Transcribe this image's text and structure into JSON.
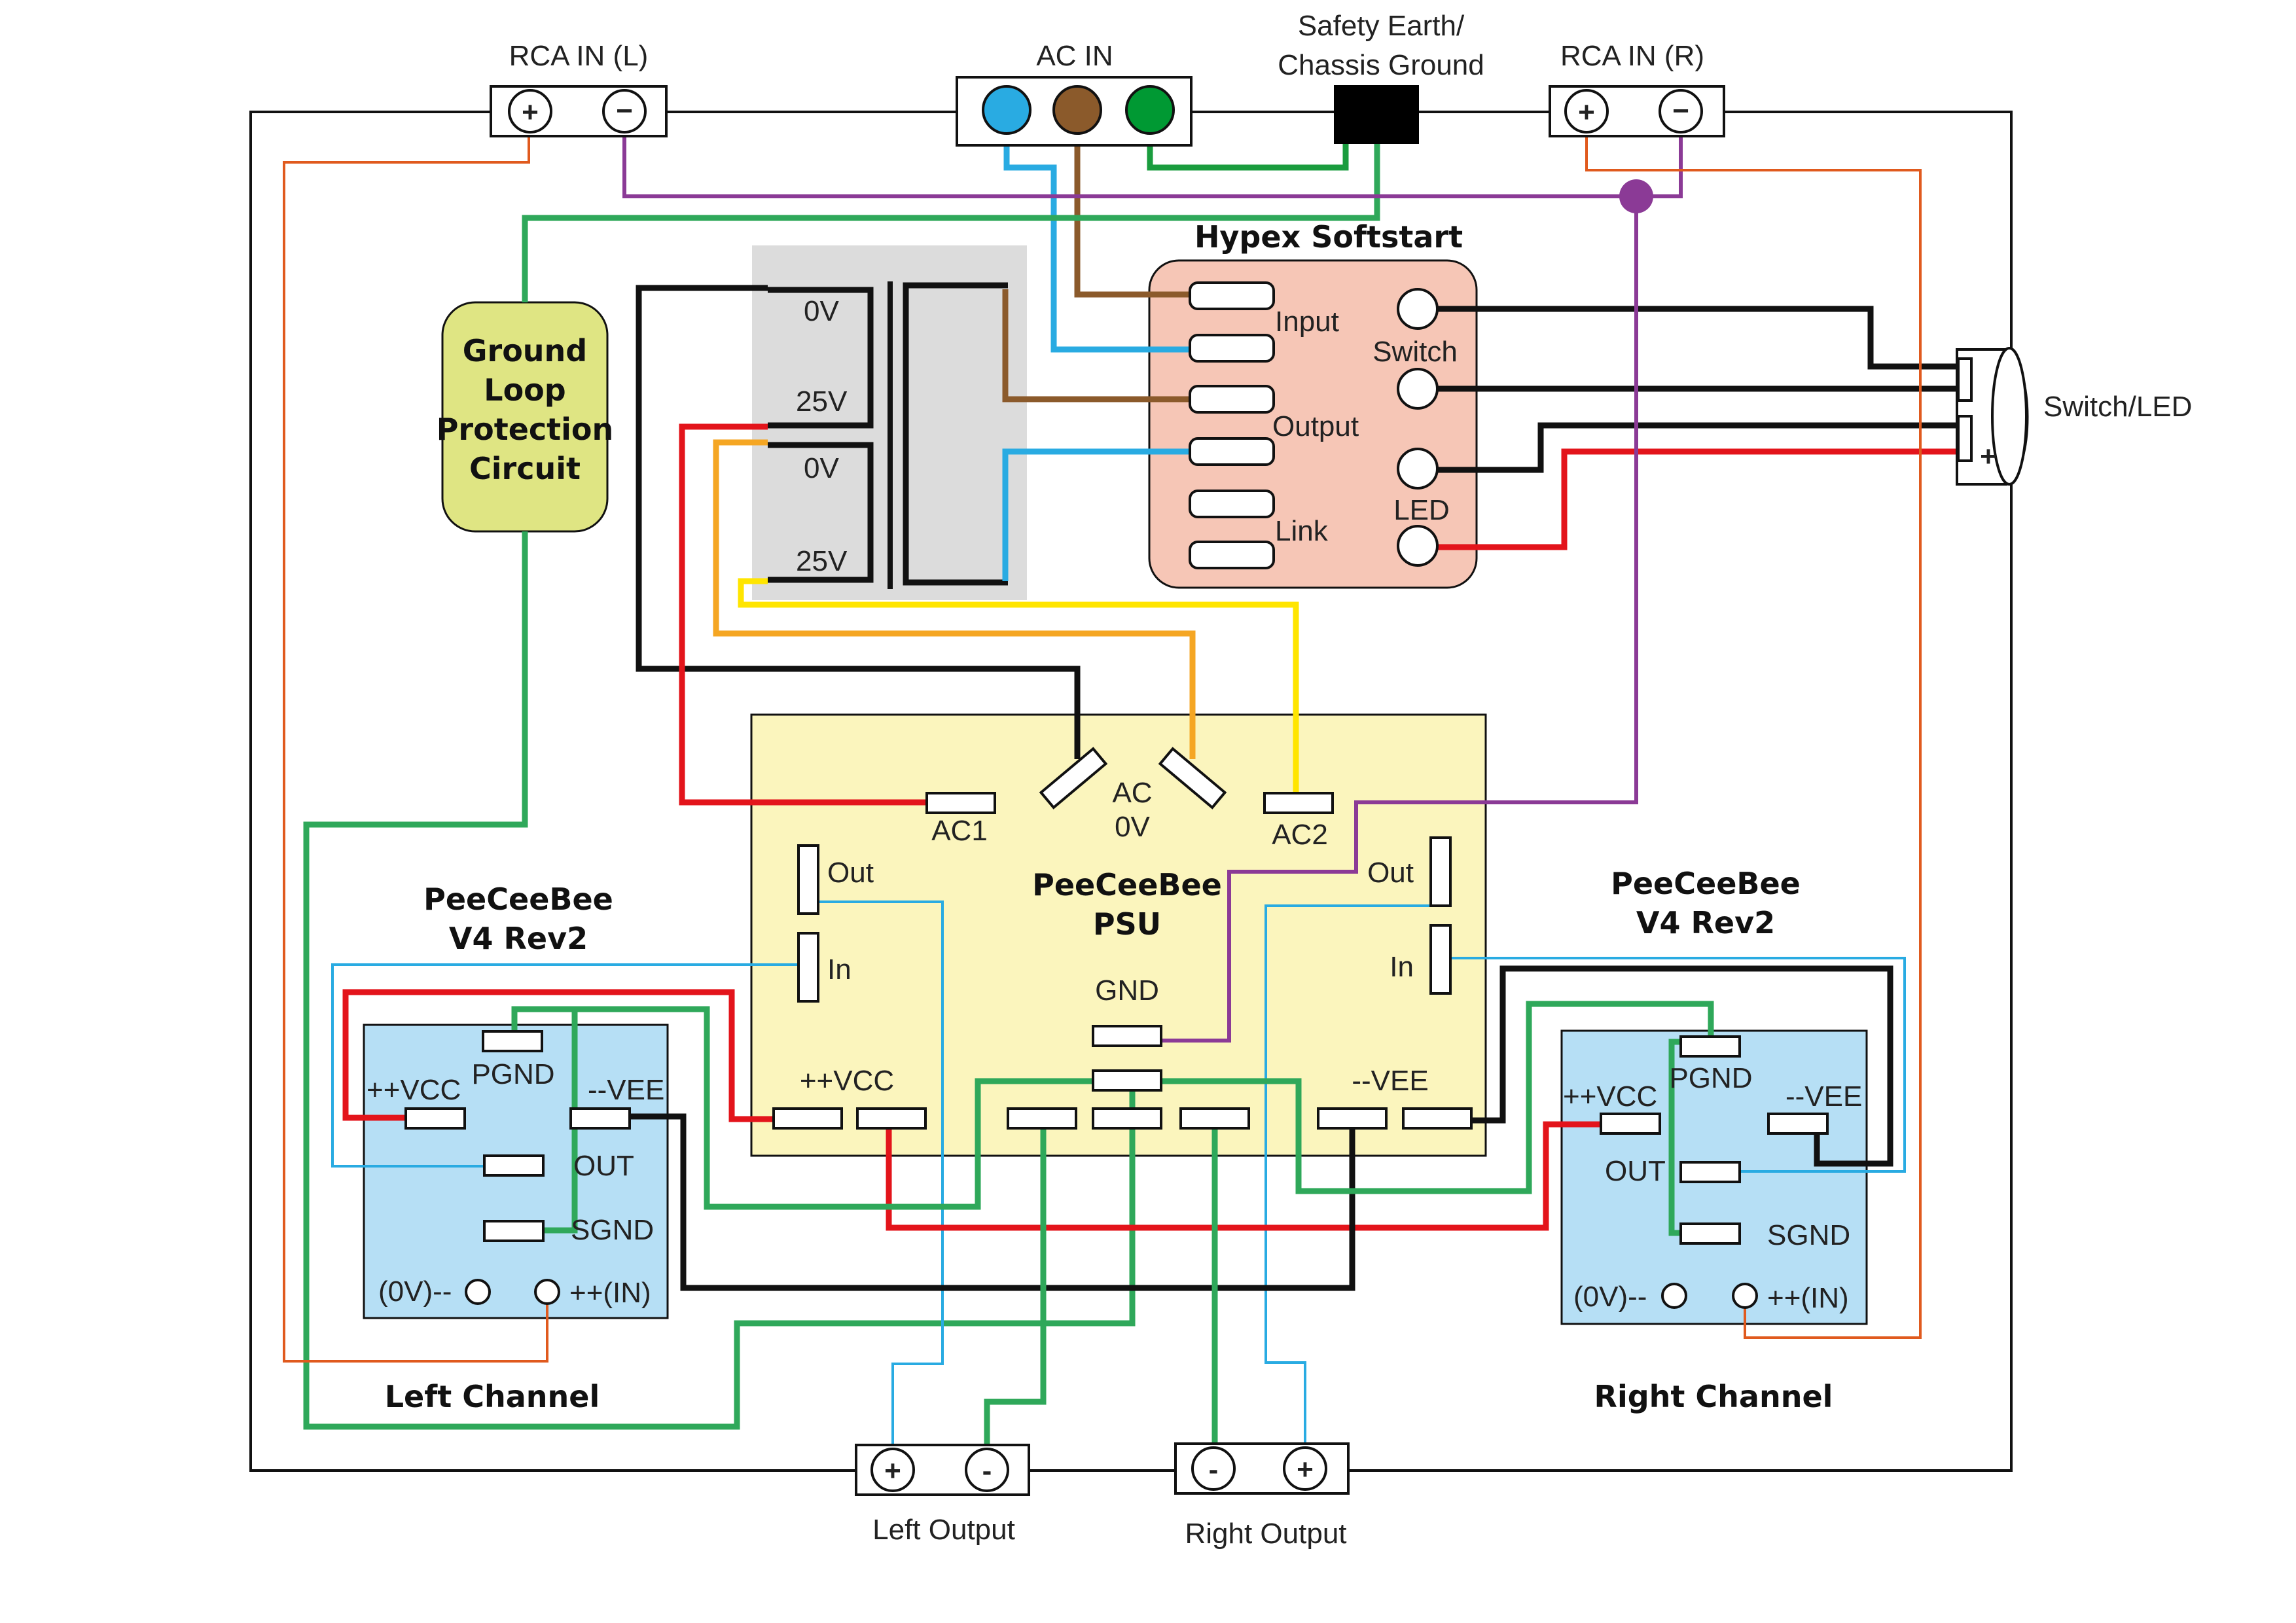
{
  "connectors": {
    "rca_in_left": {
      "label": "RCA IN (L)",
      "plus": "+",
      "minus": "−"
    },
    "ac_in": {
      "label": "AC IN"
    },
    "safety_earth": {
      "line1": "Safety Earth/",
      "line2": "Chassis Ground"
    },
    "rca_in_right": {
      "label": "RCA IN (R)",
      "plus": "+",
      "minus": "−"
    },
    "left_output": {
      "label": "Left Output",
      "plus": "+",
      "minus": "-"
    },
    "right_output": {
      "label": "Right Output",
      "plus": "+",
      "minus": "-"
    }
  },
  "ground_loop": {
    "line1": "Ground",
    "line2": "Loop",
    "line3": "Protection",
    "line4": "Circuit"
  },
  "transformer": {
    "tap1": "0V",
    "tap2": "25V",
    "tap3": "0V",
    "tap4": "25V"
  },
  "softstart": {
    "title": "Hypex Softstart",
    "input": "Input",
    "output": "Output",
    "link": "Link",
    "switch": "Switch",
    "led": "LED"
  },
  "switch_led": {
    "label": "Switch/LED",
    "plus": "+"
  },
  "psu": {
    "title_line1": "PeeCeeBee",
    "title_line2": "PSU",
    "ac1": "AC1",
    "ac_line1": "AC",
    "ac_line2": "0V",
    "ac2": "AC2",
    "out_left": "Out",
    "in_left": "In",
    "out_right": "Out",
    "in_right": "In",
    "gnd": "GND",
    "vcc": "++VCC",
    "vee": "--VEE"
  },
  "left_amp": {
    "title_line1": "PeeCeeBee",
    "title_line2": "V4 Rev2",
    "vcc": "++VCC",
    "pgnd": "PGND",
    "vee": "--VEE",
    "out": "OUT",
    "sgnd": "SGND",
    "zero_v": "(0V)--",
    "in": "++(IN)",
    "channel": "Left Channel"
  },
  "right_amp": {
    "title_line1": "PeeCeeBee",
    "title_line2": "V4 Rev2",
    "vcc": "++VCC",
    "pgnd": "PGND",
    "vee": "--VEE",
    "out": "OUT",
    "sgnd": "SGND",
    "zero_v": "(0V)--",
    "in": "++(IN)",
    "channel": "Right Channel"
  },
  "colors": {
    "ac_live": "#29abe2",
    "ac_neutral": "#8b5a2b",
    "ac_earth": "#009933",
    "ground_wire": "#2fa85a",
    "positive": "#e3141b",
    "negative": "#111111",
    "ac_orange": "#f5a623",
    "ac_yellow": "#ffe500",
    "signal_left": "#e05a1e",
    "signal_purple": "#8b3a96",
    "signal_blue": "#29abe2",
    "psu_fill": "#fbf5bd",
    "softstart_fill": "#f6c6b6",
    "ground_loop_fill": "#dfe583",
    "amp_fill": "#b6dff5",
    "transformer_fill": "#dcdcdc"
  }
}
